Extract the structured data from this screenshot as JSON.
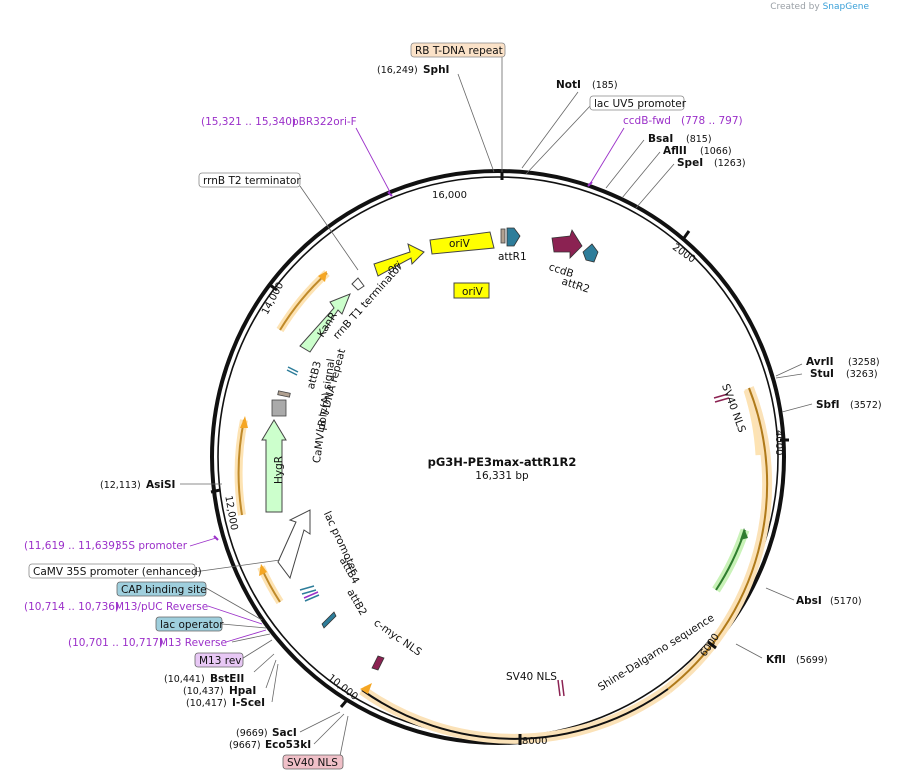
{
  "credit": {
    "prefix": "Created by",
    "brand": "SnapGene"
  },
  "plasmid": {
    "name": "pG3H-PE3max-attR1R2",
    "length": "16,331 bp"
  },
  "ticks": [
    "16,000",
    "2000",
    "4000",
    "6000",
    "8000",
    "10,000",
    "12,000",
    "14,000"
  ],
  "sites": [
    {
      "name": "SphI",
      "pos": "(16,249)"
    },
    {
      "name": "NotI",
      "pos": "(185)"
    },
    {
      "name": "BsaI",
      "pos": "(815)"
    },
    {
      "name": "AflII",
      "pos": "(1066)"
    },
    {
      "name": "SpeI",
      "pos": "(1263)"
    },
    {
      "name": "AvrII",
      "pos": "(3258)"
    },
    {
      "name": "StuI",
      "pos": "(3263)"
    },
    {
      "name": "SbfI",
      "pos": "(3572)"
    },
    {
      "name": "AbsI",
      "pos": "(5170)"
    },
    {
      "name": "KflI",
      "pos": "(5699)"
    },
    {
      "name": "SacI",
      "pos": "(9669)"
    },
    {
      "name": "Eco53kI",
      "pos": "(9667)"
    },
    {
      "name": "BstEII",
      "pos": "(10,441)"
    },
    {
      "name": "HpaI",
      "pos": "(10,437)"
    },
    {
      "name": "I-SceI",
      "pos": "(10,417)"
    },
    {
      "name": "AsiSI",
      "pos": "(12,113)"
    }
  ],
  "primers": [
    {
      "name": "pBR322ori-F",
      "range": "(15,321 .. 15,340)"
    },
    {
      "name": "ccdB-fwd",
      "range": "(778 .. 797)"
    },
    {
      "name": "35S promoter",
      "range": "(11,619 .. 11,639)"
    },
    {
      "name": "M13/pUC Reverse",
      "range": "(10,714 .. 10,736)"
    },
    {
      "name": "M13 Reverse",
      "range": "(10,701 .. 10,717)"
    }
  ],
  "boxed_features": {
    "rb_tdna": "RB T-DNA repeat",
    "lac_uv5": "lac UV5 promoter",
    "rrnb_t2": "rrnB T2 terminator",
    "camv35s": "CaMV 35S promoter (enhanced)",
    "cap_site": "CAP binding site",
    "lac_operator": "lac operator",
    "m13_rev": "M13 rev",
    "sv40_nls_box": "SV40 NLS"
  },
  "inner_labels": {
    "oriv_1": "oriV",
    "oriv_2": "oriV",
    "ori": "ori",
    "kanr": "KanR",
    "rrnb_t1": "rrnB T1 terminator",
    "attr1": "attR1",
    "ccdb": "ccdB",
    "attr2": "attR2",
    "attb3": "attB3",
    "lb_tdna": "LB T-DNA repeat",
    "camv_polya": "CaMV poly(A) signal",
    "hygr": "HygR",
    "lac_promoter": "lac promoter",
    "attb4": "attB4",
    "attb2": "attB2",
    "cmyc_nls": "c-myc NLS",
    "sv40_nls_a": "SV40 NLS",
    "sv40_nls_b": "SV40 NLS",
    "shine_dalgarno": "Shine-Dalgarno sequence"
  },
  "colors": {
    "orange_feature": "#f5a623",
    "oriv": "#ffff00",
    "resistance": "#ccffcc",
    "attr": "#2e7d9a",
    "ccdb": "#8b2252",
    "primer": "#9b30c9",
    "cap_box": "#9fcfdd",
    "m13_box": "#e8c8f5",
    "sv40_box": "#f0c0c8",
    "rb_box": "#fbe2c8"
  }
}
